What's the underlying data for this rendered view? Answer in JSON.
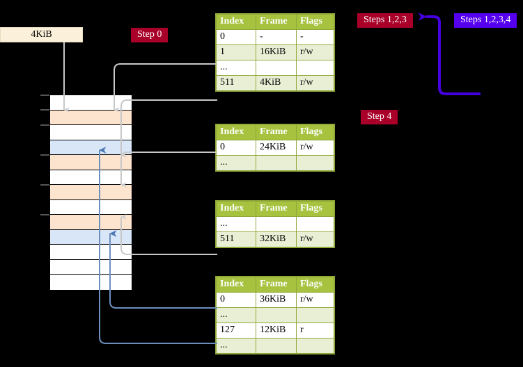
{
  "diagram": {
    "title_badges": [
      {
        "id": "step0",
        "label": "Step 0",
        "color": "#A80028"
      },
      {
        "id": "step4",
        "label": "Step 4",
        "color": "#A80028"
      },
      {
        "id": "steps123",
        "label": "Steps 1,2,3",
        "color": "#A80028"
      },
      {
        "id": "steps1234",
        "label": "Steps 1,2,3,4",
        "color": "#5500EE"
      }
    ],
    "memory_label": {
      "text": "4KiB"
    },
    "memory_grid": {
      "rows": 13,
      "row_fills": [
        "white",
        "peach",
        "white",
        "blue",
        "peach",
        "white",
        "peach",
        "white",
        "peach",
        "blue",
        "white",
        "white",
        "white"
      ],
      "tick_rows": [
        0,
        1,
        2,
        4,
        6,
        8
      ]
    },
    "tables": [
      {
        "id": "table0",
        "headers": [
          "Index",
          "Frame",
          "Flags"
        ],
        "rows": [
          {
            "cells": [
              "0",
              "-",
              "-"
            ],
            "style": "plain",
            "highlight": [
              false,
              false,
              false
            ]
          },
          {
            "cells": [
              "1",
              "16KiB",
              "r/w"
            ],
            "style": "alt",
            "highlight": [
              false,
              false,
              false
            ]
          },
          {
            "cells": [
              "...",
              "",
              ""
            ],
            "style": "plain",
            "highlight": [
              false,
              false,
              false
            ]
          },
          {
            "cells": [
              "511",
              "4KiB",
              "r/w"
            ],
            "style": "alt",
            "highlight": [
              true,
              true,
              true
            ]
          }
        ]
      },
      {
        "id": "table1",
        "headers": [
          "Index",
          "Frame",
          "Flags"
        ],
        "rows": [
          {
            "cells": [
              "0",
              "24KiB",
              "r/w"
            ],
            "style": "plain",
            "highlight": [
              false,
              false,
              false
            ]
          },
          {
            "cells": [
              "...",
              "",
              ""
            ],
            "style": "alt",
            "highlight": [
              false,
              false,
              false
            ]
          }
        ]
      },
      {
        "id": "table2",
        "headers": [
          "Index",
          "Frame",
          "Flags"
        ],
        "rows": [
          {
            "cells": [
              "...",
              "",
              ""
            ],
            "style": "plain",
            "highlight": [
              false,
              false,
              false
            ]
          },
          {
            "cells": [
              "511",
              "32KiB",
              "r/w"
            ],
            "style": "alt",
            "highlight": [
              false,
              false,
              false
            ]
          }
        ]
      },
      {
        "id": "table3",
        "headers": [
          "Index",
          "Frame",
          "Flags"
        ],
        "rows": [
          {
            "cells": [
              "0",
              "36KiB",
              "r/w"
            ],
            "style": "plain",
            "highlight": [
              false,
              false,
              false
            ]
          },
          {
            "cells": [
              "...",
              "",
              ""
            ],
            "style": "alt",
            "highlight": [
              false,
              false,
              false
            ]
          },
          {
            "cells": [
              "127",
              "12KiB",
              "r"
            ],
            "style": "plain",
            "highlight": [
              false,
              false,
              false
            ]
          },
          {
            "cells": [
              "...",
              "",
              ""
            ],
            "style": "alt",
            "highlight": [
              false,
              false,
              false
            ]
          }
        ]
      }
    ],
    "colors": {
      "background": "#000000",
      "table_header": "#A6C23E",
      "table_border": "#8FA83A",
      "table_alt_row": "#E9EFD5",
      "highlight": "#FAFAAA",
      "memory_peach": "#FDE4CE",
      "memory_blue": "#D8E6F8",
      "grey_wire": "#C8C8C8",
      "blue_wire": "#6E8FBE",
      "purple_wire": "#4400DD",
      "badge_red": "#A80028",
      "badge_blue": "#5500EE",
      "kib_box": "#FBF0D9"
    }
  }
}
